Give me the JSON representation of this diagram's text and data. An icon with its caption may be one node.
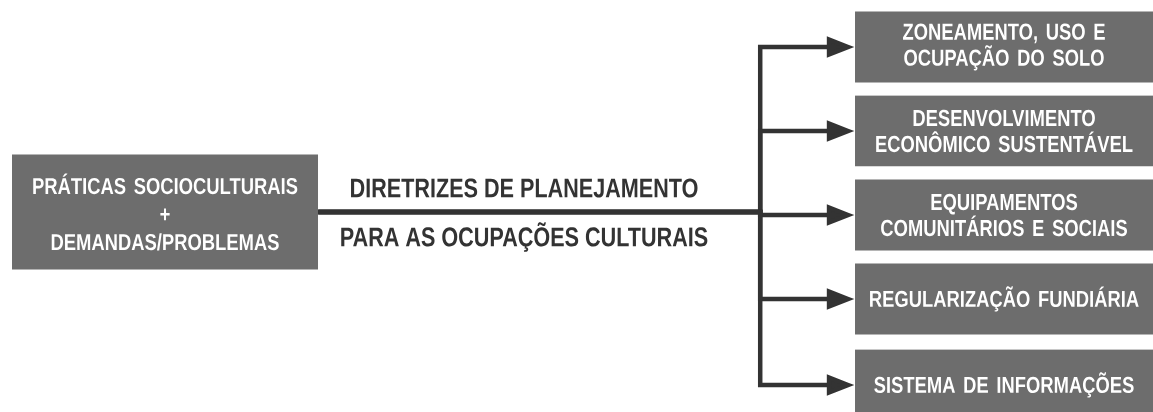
{
  "diagram": {
    "nodes": [
      {
        "text": [
          "PRÁTICAS SOCIOCULTURAIS",
          "+",
          "DEMANDAS/PROBLEMAS"
        ]
      },
      {
        "text": [
          "ZONEAMENTO, USO E OCUPAÇÃO DO SOLO"
        ]
      },
      {
        "text": [
          "DESENVOLVIMENTO ECONÔMICO SUSTENTÁVEL"
        ]
      },
      {
        "text": [
          "EQUIPAMENTOS COMUNITÁRIOS E SOCIAIS"
        ]
      },
      {
        "text": [
          "REGULARIZAÇÃO FUNDIÁRIA"
        ]
      },
      {
        "text": [
          "SISTEMA DE INFORMAÇÕES"
        ]
      }
    ],
    "edges": [
      {
        "from": 0,
        "to": 1,
        "arrow": "to"
      },
      {
        "from": 0,
        "to": 2,
        "arrow": "to"
      },
      {
        "from": 0,
        "to": 3,
        "arrow": "to"
      },
      {
        "from": 0,
        "to": 4,
        "arrow": "to"
      },
      {
        "from": 0,
        "to": 5,
        "arrow": "to"
      }
    ],
    "labels": [
      "DIRETRIZES DE PLANEJAMENTO",
      "PARA AS OCUPAÇÕES CULTURAIS"
    ]
  }
}
